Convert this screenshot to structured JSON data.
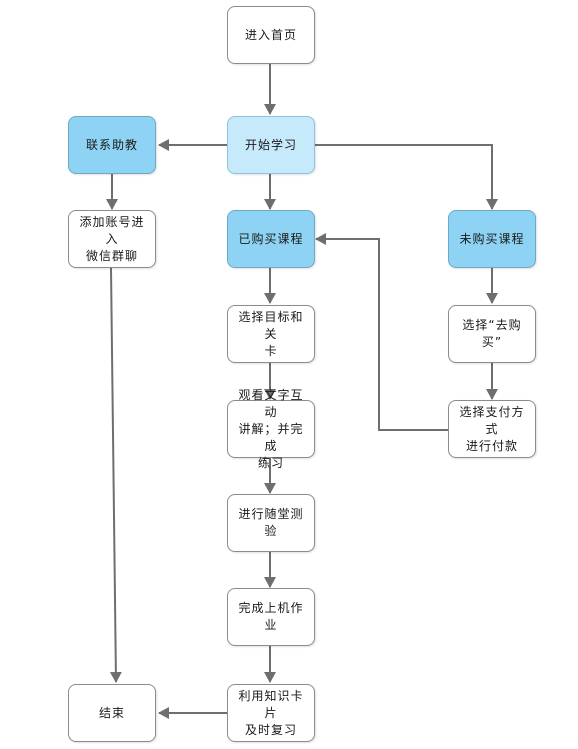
{
  "colors": {
    "arrow": "#6e6e6e",
    "node_border": "#8c8c8c",
    "node_fill": "#ffffff",
    "highlight_fill": "#8ed3f4",
    "start_fill": "#c6e9fb"
  },
  "nodes": {
    "enter_home": "进入首页",
    "start_learning": "开始学习",
    "contact_help": "联系助教",
    "add_account": "添加账号进入\n微信群聊",
    "purchased": "已购买课程",
    "not_purchased": "未购买课程",
    "choose_target": "选择目标和关\n卡",
    "choose_buy": "选择“去购\n买”",
    "watch_lecture": "观看文字互动\n讲解；并完成\n练习",
    "choose_payment": "选择支付方式\n进行付款",
    "quiz": "进行随堂测验",
    "homework": "完成上机作业",
    "review_cards": "利用知识卡片\n及时复习",
    "end": "结束"
  }
}
